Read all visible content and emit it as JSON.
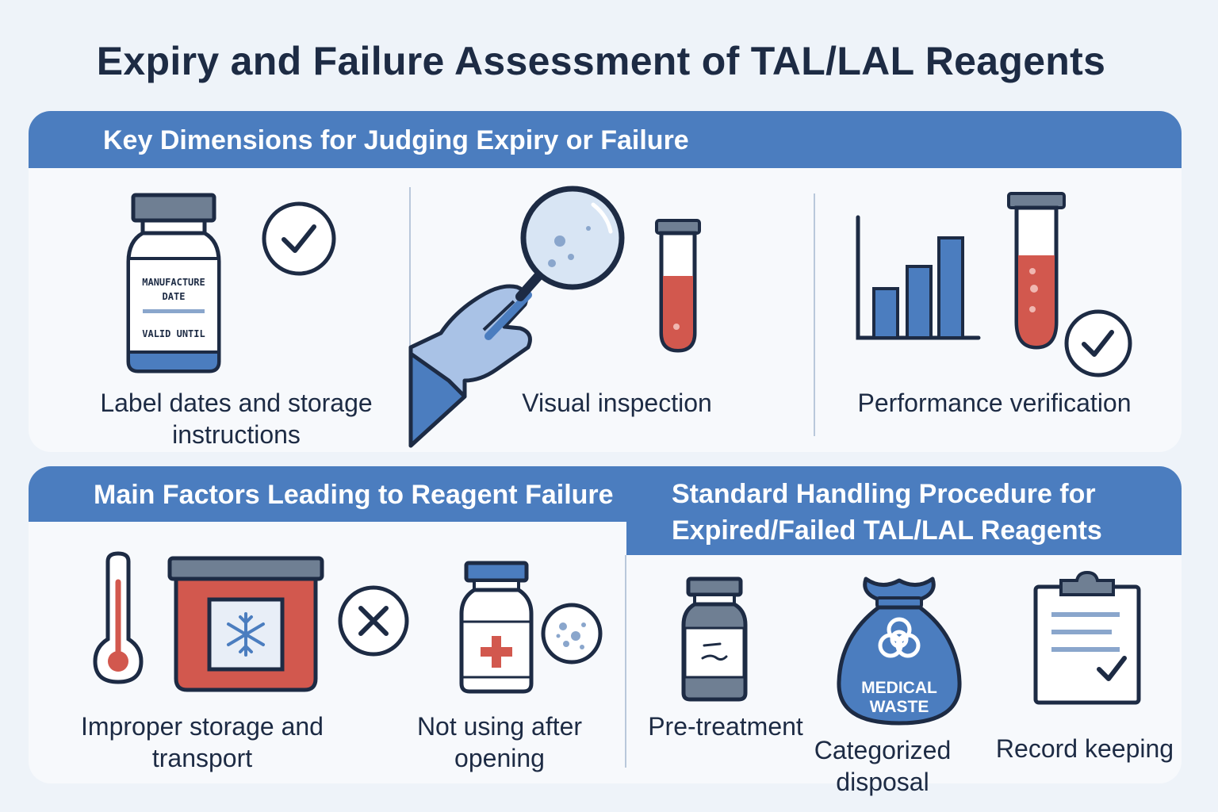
{
  "title": "Expiry and Failure Assessment of TAL/LAL Reagents",
  "colors": {
    "background": "#eef3f9",
    "panel": "#f7f9fc",
    "header_blue": "#4b7dbf",
    "outline": "#1d2b44",
    "accent_blue": "#4b7dbf",
    "light_blue": "#a9c2e6",
    "red": "#d2584e"
  },
  "top_section": {
    "header": "Key Dimensions for Judging Expiry or Failure",
    "items": [
      {
        "caption": "Label dates and storage instructions",
        "icons": [
          "reagent-vial-icon",
          "check-circle-icon"
        ],
        "label_lines": [
          "MANUFACTURE",
          "DATE",
          "VALID UNTIL"
        ]
      },
      {
        "caption": "Visual inspection",
        "icons": [
          "gloved-hand-icon",
          "magnifying-glass-icon",
          "test-tube-icon"
        ]
      },
      {
        "caption": "Performance verification",
        "icons": [
          "bar-chart-icon",
          "test-tube-icon",
          "check-circle-icon"
        ]
      }
    ]
  },
  "factors_section": {
    "header": "Main Factors Leading to Reagent Failure",
    "items": [
      {
        "caption": "Improper storage and transport",
        "icons": [
          "thermometer-icon",
          "freezer-box-icon",
          "x-circle-icon"
        ]
      },
      {
        "caption": "Not using after opening",
        "icons": [
          "opened-vial-icon",
          "contamination-icon"
        ]
      }
    ]
  },
  "procedure_section": {
    "header_line1": "Standard Handling Procedure for",
    "header_line2": "Expired/Failed TAL/LAL Reagents",
    "items": [
      {
        "caption": "Pre-treatment",
        "icons": [
          "treated-vial-icon"
        ]
      },
      {
        "caption": "Categorized disposal",
        "icons": [
          "medical-waste-bag-icon",
          "biohazard-icon"
        ],
        "bag_text": [
          "MEDICAL",
          "WASTE"
        ]
      },
      {
        "caption": "Record keeping",
        "icons": [
          "clipboard-icon"
        ]
      }
    ]
  }
}
